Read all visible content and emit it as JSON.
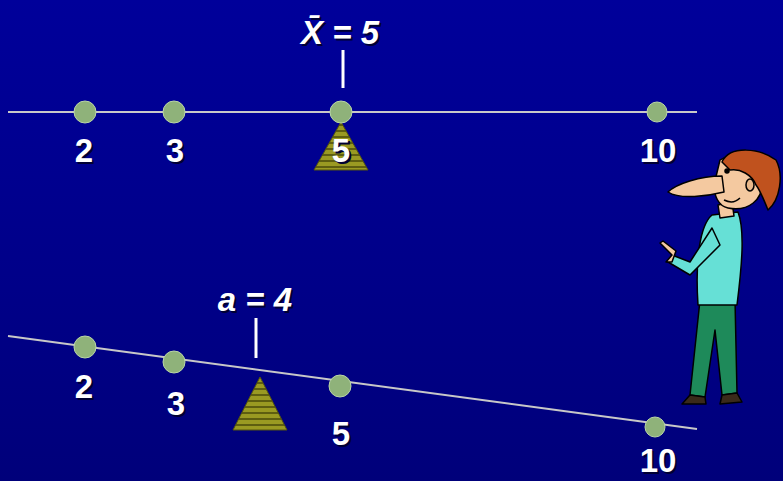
{
  "diagram": {
    "labels": [
      "X̄ = 5",
      "2",
      "3",
      "5",
      "10",
      "a = 4",
      "2",
      "3",
      "5",
      "10"
    ]
  }
}
